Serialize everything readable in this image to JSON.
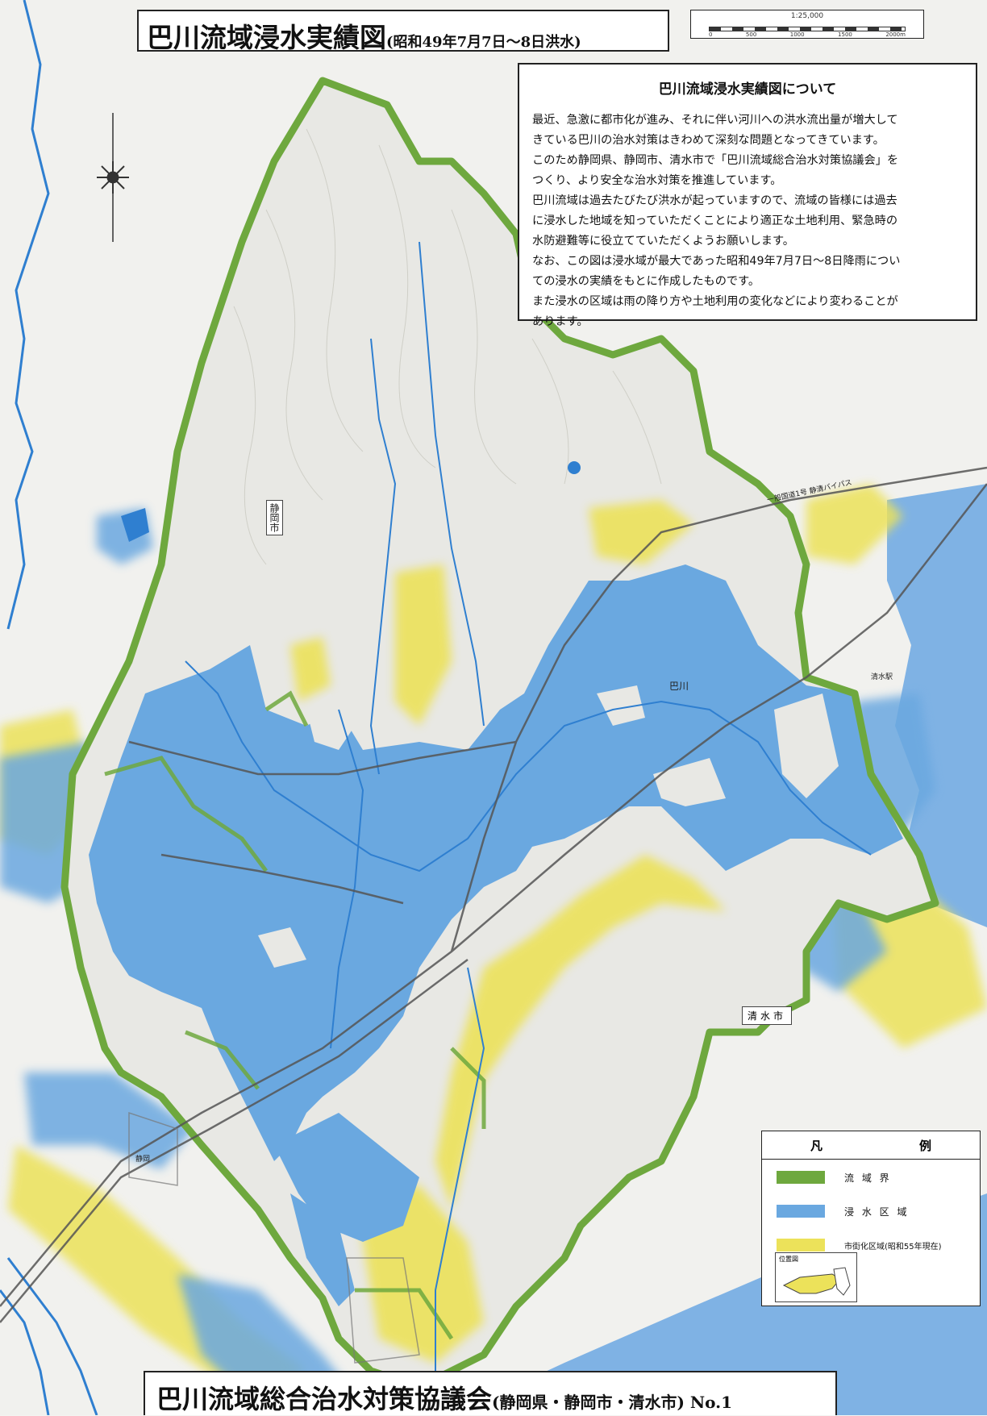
{
  "title": {
    "main": "巴川流域浸水実績図",
    "sub": "(昭和49年7月7日〜8日洪水)"
  },
  "scale": {
    "label": "1:25,000",
    "ticks": [
      "0",
      "500",
      "1000",
      "1500",
      "2000m"
    ]
  },
  "info": {
    "heading": "巴川流域浸水実績図について",
    "lines": [
      "最近、急激に都市化が進み、それに伴い河川への洪水流出量が増大して",
      "きている巴川の治水対策はきわめて深刻な問題となってきています。",
      "このため静岡県、静岡市、清水市で「巴川流域総合治水対策協議会」を",
      "つくり、より安全な治水対策を推進しています。",
      "巴川流域は過去たびたび洪水が起っていますので、流域の皆様には過去",
      "に浸水した地域を知っていただくことにより適正な土地利用、緊急時の",
      "水防避難等に役立てていただくようお願いします。",
      "なお、この図は浸水域が最大であった昭和49年7月7日〜8日降雨につい",
      "ての浸水の実績をもとに作成したものです。",
      "また浸水の区域は雨の降り方や土地利用の変化などにより変わることが",
      "あります。"
    ]
  },
  "legend": {
    "head_left": "凡",
    "head_right": "例",
    "items": [
      {
        "label": "流 域 界",
        "color": "#6ea83e"
      },
      {
        "label": "浸 水 区 域",
        "color": "#6aa8e0"
      },
      {
        "label": "市街化区域(昭和55年現在)",
        "color": "#ece25a"
      }
    ],
    "inset_label": "位置図"
  },
  "map_labels": {
    "shizuoka_city": "静岡市",
    "shimizu_city": "清水市",
    "tomoe_river": "巴川",
    "bypass": "一般国道1号 静清バイパス",
    "shimizu_station": "清水駅",
    "shizuoka_station": "静岡"
  },
  "footer": {
    "main": "巴川流域総合治水対策協議会",
    "sub": "(静岡県・静岡市・清水市) No.1"
  },
  "colors": {
    "boundary": "#6ea83e",
    "flood": "#6aa8e0",
    "urban": "#ece25a",
    "sea": "#7fb2e4",
    "river": "#2f7fd0"
  }
}
